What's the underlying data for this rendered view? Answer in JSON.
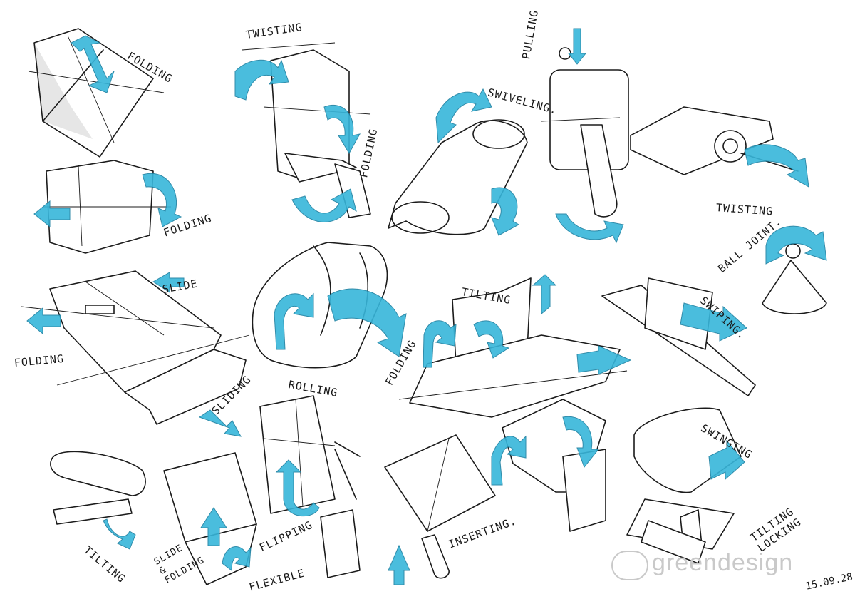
{
  "labels": {
    "folding_top": "FOLDING",
    "twisting_top": "TWISTING",
    "pulling": "PULLING",
    "swiveling": "SWIVELING.",
    "folding_mid": "FOLDING",
    "folding_left": "FOLDING",
    "twisting_right": "TWISTING",
    "ball_joint": "BALL JOINT.",
    "slide": "SLIDE",
    "tilting_center": "TILTING",
    "swiping": "SWIPING.",
    "folding_bottomleft": "FOLDING",
    "sliding": "SLIDING",
    "rolling": "ROLLING",
    "folding_center": "FOLDING",
    "swinging": "SWINGING",
    "tilting_bottom": "TILTING",
    "slide_folding": "SLIDE & FOLDING",
    "flipping": "FLIPPING",
    "flexible": "FLEXIBLE",
    "inserting": "INSERTING.",
    "tilting_locking": "TILTING LOCKING"
  },
  "watermark": "greendesign",
  "signature": "15.09.28",
  "colors": {
    "accent": "#37b6da",
    "ink": "#1b1b1b",
    "paper": "#ffffff"
  }
}
